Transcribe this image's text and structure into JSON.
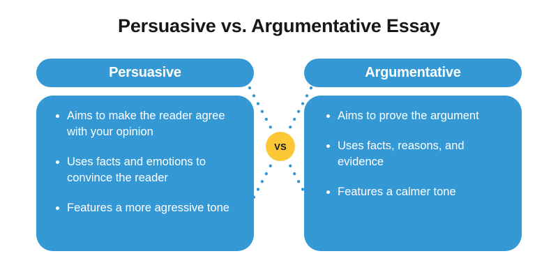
{
  "title": "Persuasive vs. Argumentative Essay",
  "colors": {
    "card_blue": "#3498d5",
    "badge_amber": "#fcc838",
    "title_text": "#16181a",
    "card_text": "#ffffff",
    "dot_blue": "#3498d5",
    "background": "#ffffff"
  },
  "center": {
    "badge_label": "VS"
  },
  "columns": [
    {
      "header": "Persuasive",
      "bullets": [
        "Aims to make the reader agree with your opinion",
        "Uses facts and emotions to convince the reader",
        "Features a more agressive tone"
      ]
    },
    {
      "header": "Argumentative",
      "bullets": [
        "Aims to prove the argument",
        "Uses facts, reasons, and evidence",
        "Features a calmer tone"
      ]
    }
  ]
}
